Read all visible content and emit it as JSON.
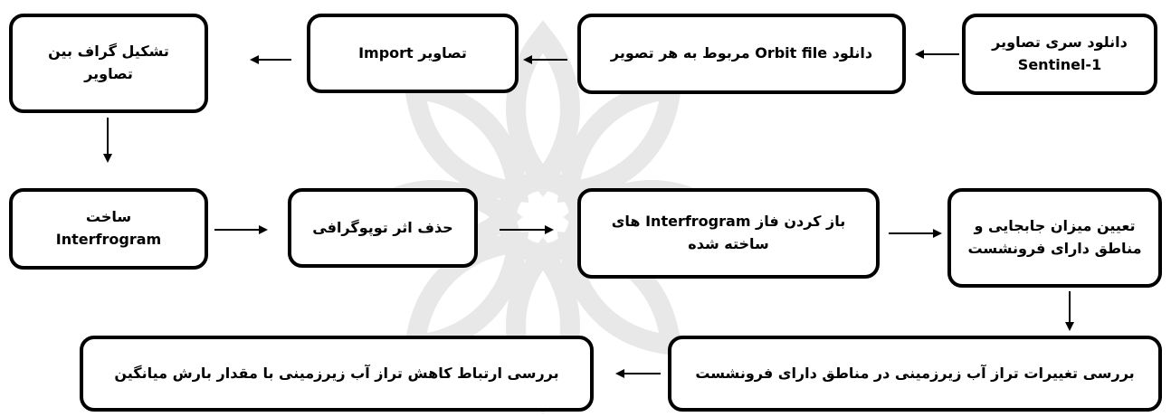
{
  "nodes": {
    "download_series": {
      "line1": "دانلود سری تصاویر",
      "line2": "Sentinel-1"
    },
    "download_orbit": {
      "line1": "دانلود  Orbit file مربوط به هر تصویر"
    },
    "import_images": {
      "line1": "Import تصاویر"
    },
    "graph_formation": {
      "line1": "تشکیل گراف بین",
      "line2": "تصاویر"
    },
    "build_interferogram": {
      "line1": "ساخت",
      "line2": "Interfrogram"
    },
    "remove_topography": {
      "line1": "حذف اثر توپوگرافی"
    },
    "phase_unwrapping": {
      "line1": "باز کردن فاز  Interfrogram های",
      "line2": "ساخته شده"
    },
    "subsidence_areas": {
      "line1": "تعیین میزان جابجایی و",
      "line2": "مناطق دارای فرونشست"
    },
    "groundwater_changes": {
      "line1": "بررسی تغییرات تراز آب زیرزمینی در مناطق دارای فرونشست"
    },
    "rainfall_relation": {
      "line1": "بررسی ارتباط کاهش تراز آب زیرزمینی با مقدار بارش میانگین"
    }
  }
}
